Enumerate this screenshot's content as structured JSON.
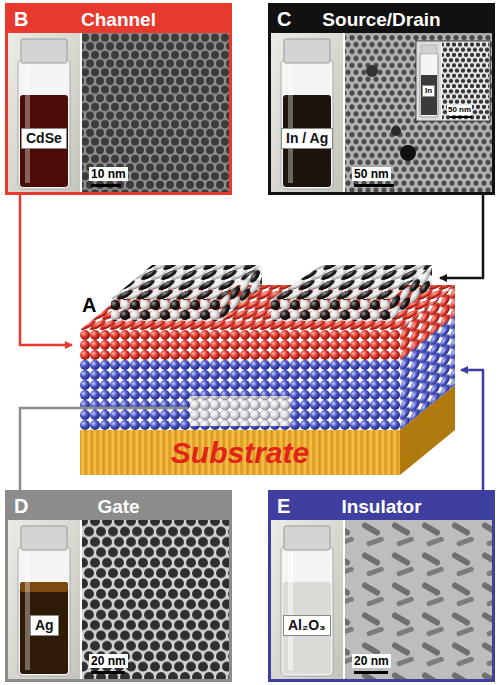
{
  "diagram": {
    "nodes": [
      {
        "text": [
          "B",
          "Channel"
        ]
      },
      {
        "text": [
          "CdSe"
        ],
        "in": 0
      },
      {
        "text": [
          "C",
          "Source/Drain"
        ]
      },
      {
        "text": [
          "In / Ag"
        ],
        "in": 2
      },
      {
        "text": [
          "In"
        ],
        "in": 2
      },
      {
        "text": [
          "Substrate"
        ]
      },
      {
        "text": [
          "D",
          "Gate"
        ]
      },
      {
        "text": [
          "Ag"
        ],
        "in": 6
      },
      {
        "text": [
          "E",
          "Insulator"
        ]
      },
      {
        "text": [
          "Al₂O₃"
        ],
        "in": 8
      }
    ],
    "labels": [
      "10 nm",
      "50 nm",
      "50 nm",
      "A",
      "20 nm",
      "20 nm"
    ]
  }
}
